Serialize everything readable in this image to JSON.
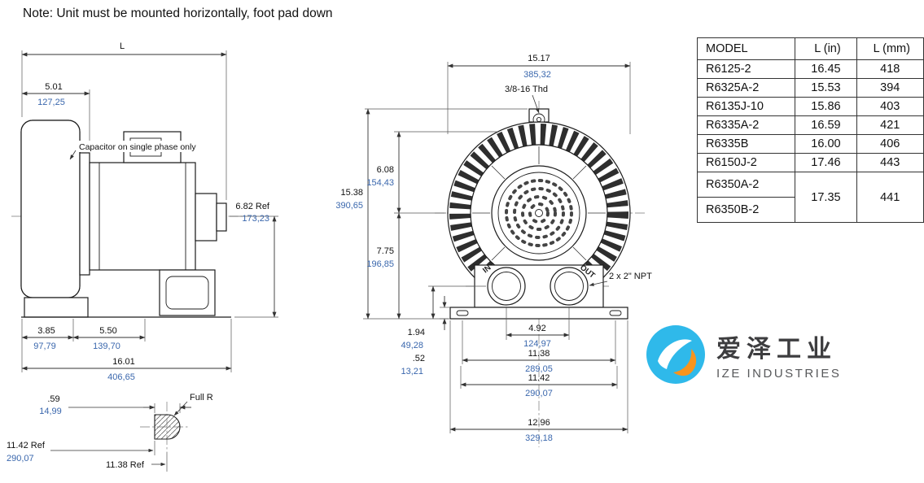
{
  "note": "Note: Unit must be mounted horizontally, foot pad down",
  "colors": {
    "dim_inch_text": "#111111",
    "dim_mm_text": "#3a67ad",
    "logo_blue": "#2fb9ea",
    "logo_orange": "#f7941d",
    "logo_gray": "#58595b"
  },
  "side_view": {
    "labels": {
      "L": "L",
      "capacitor": "Capacitor on single phase only"
    },
    "dims": {
      "w501": {
        "in": "5.01",
        "mm": "127,25"
      },
      "h682": {
        "in": "6.82 Ref",
        "mm": "173,23"
      },
      "w385": {
        "in": "3.85",
        "mm": "97,79"
      },
      "w550": {
        "in": "5.50",
        "mm": "139,70"
      },
      "w1601": {
        "in": "16.01",
        "mm": "406,65"
      }
    }
  },
  "detail_view": {
    "labels": {
      "full_r": "Full R",
      "ref1138": "11.38 Ref"
    },
    "dims": {
      "w059": {
        "in": ".59",
        "mm": "14,99"
      },
      "ref1142": {
        "in": "11.42 Ref",
        "mm": "290,07"
      }
    }
  },
  "front_view": {
    "labels": {
      "thread": "3/8-16 Thd",
      "npt": "2 x 2\" NPT",
      "port_in": "IN",
      "port_out": "OUT"
    },
    "dims": {
      "w1517": {
        "in": "15.17",
        "mm": "385,32"
      },
      "h608": {
        "in": "6.08",
        "mm": "154,43"
      },
      "h1538": {
        "in": "15.38",
        "mm": "390,65"
      },
      "h775": {
        "in": "7.75",
        "mm": "196,85"
      },
      "h194": {
        "in": "1.94",
        "mm": "49,28"
      },
      "h052": {
        "in": ".52",
        "mm": "13,21"
      },
      "w492": {
        "in": "4.92",
        "mm": "124,97"
      },
      "w1138": {
        "in": "11.38",
        "mm": "289,05"
      },
      "w1142": {
        "in": "11.42",
        "mm": "290,07"
      },
      "w1296": {
        "in": "12.96",
        "mm": "329,18"
      }
    }
  },
  "table": {
    "headers": [
      "MODEL",
      "L (in)",
      "L (mm)"
    ],
    "rows": [
      {
        "model": "R6125-2",
        "in": "16.45",
        "mm": "418"
      },
      {
        "model": "R6325A-2",
        "in": "15.53",
        "mm": "394"
      },
      {
        "model": "R6135J-10",
        "in": "15.86",
        "mm": "403"
      },
      {
        "model": "R6335A-2",
        "in": "16.59",
        "mm": "421"
      },
      {
        "model": "R6335B",
        "in": "16.00",
        "mm": "406"
      },
      {
        "model": "R6150J-2",
        "in": "17.46",
        "mm": "443"
      }
    ],
    "merged": {
      "models": [
        "R6350A-2",
        "R6350B-2"
      ],
      "in": "17.35",
      "mm": "441"
    }
  },
  "logo": {
    "cn": "爱泽工业",
    "en": "IZE INDUSTRIES"
  }
}
